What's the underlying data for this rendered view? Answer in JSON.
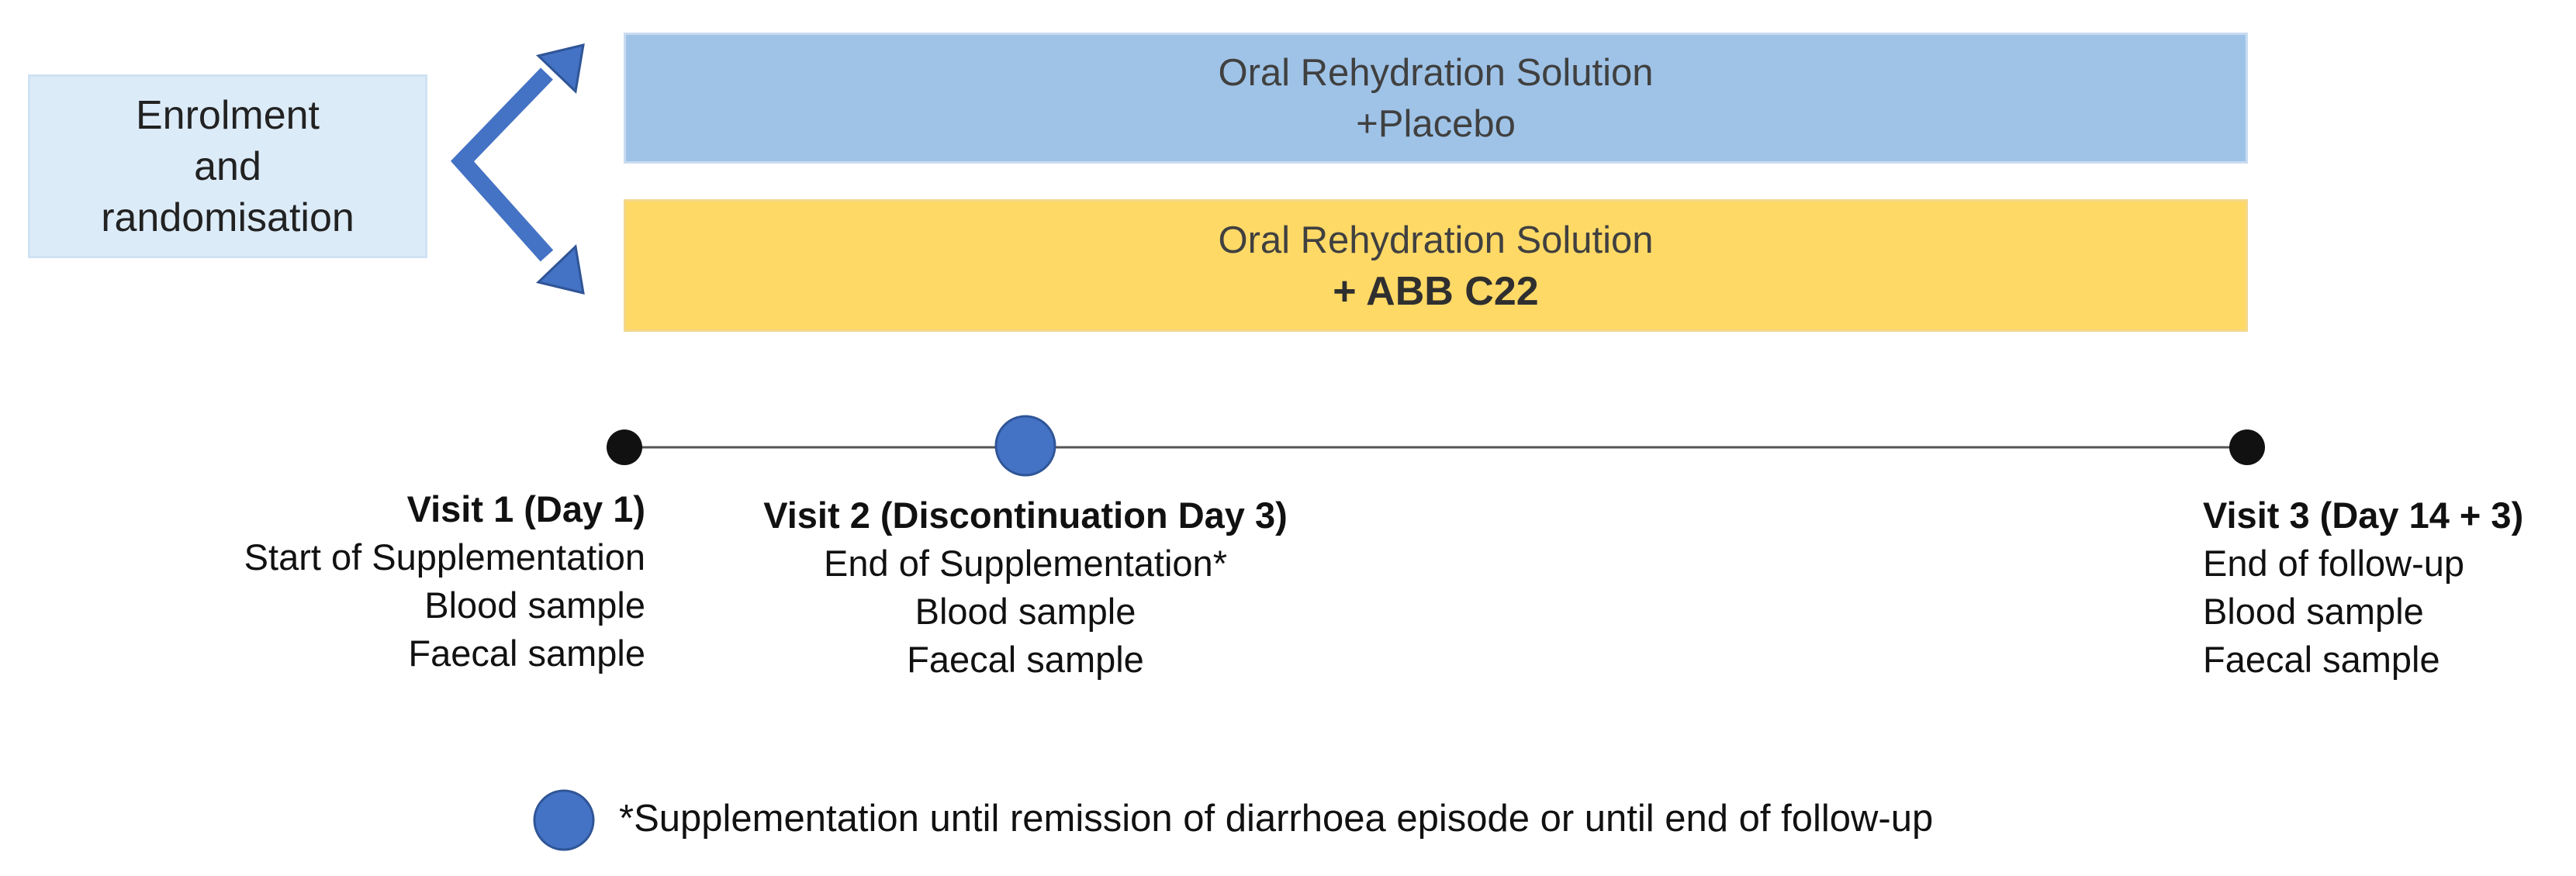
{
  "enrolment": {
    "lines": [
      "Enrolment",
      "and",
      "randomisation"
    ]
  },
  "arms": [
    {
      "line1": "Oral Rehydration Solution",
      "line2": "+Placebo",
      "color": "#9fc3e7"
    },
    {
      "line1": "Oral Rehydration Solution",
      "line2": "+ ABB C22",
      "color": "#ffd966"
    }
  ],
  "visits": [
    {
      "title": "Visit 1 (Day 1)",
      "items": [
        "Start of Supplementation",
        "Blood sample",
        "Faecal sample"
      ]
    },
    {
      "title": "Visit 2 (Discontinuation Day 3)",
      "items": [
        "End of Supplementation*",
        "Blood sample",
        "Faecal sample"
      ]
    },
    {
      "title": "Visit 3 (Day 14 + 3)",
      "items": [
        "End of follow-up",
        "Blood sample",
        "Faecal sample"
      ]
    }
  ],
  "footnote": "*Supplementation until remission of diarrhoea episode or until end of follow-up",
  "colors": {
    "arrow": "#4472c4",
    "marker": "#4472c4",
    "dot": "#111111",
    "line": "#555555"
  }
}
